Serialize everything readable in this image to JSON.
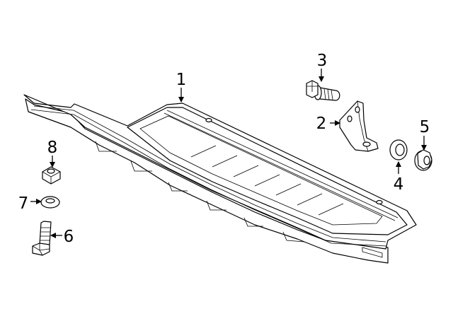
{
  "diagram": {
    "callouts": [
      {
        "id": "1",
        "text": "1"
      },
      {
        "id": "2",
        "text": "2"
      },
      {
        "id": "3",
        "text": "3"
      },
      {
        "id": "4",
        "text": "4"
      },
      {
        "id": "5",
        "text": "5"
      },
      {
        "id": "6",
        "text": "6"
      },
      {
        "id": "7",
        "text": "7"
      },
      {
        "id": "8",
        "text": "8"
      }
    ]
  }
}
